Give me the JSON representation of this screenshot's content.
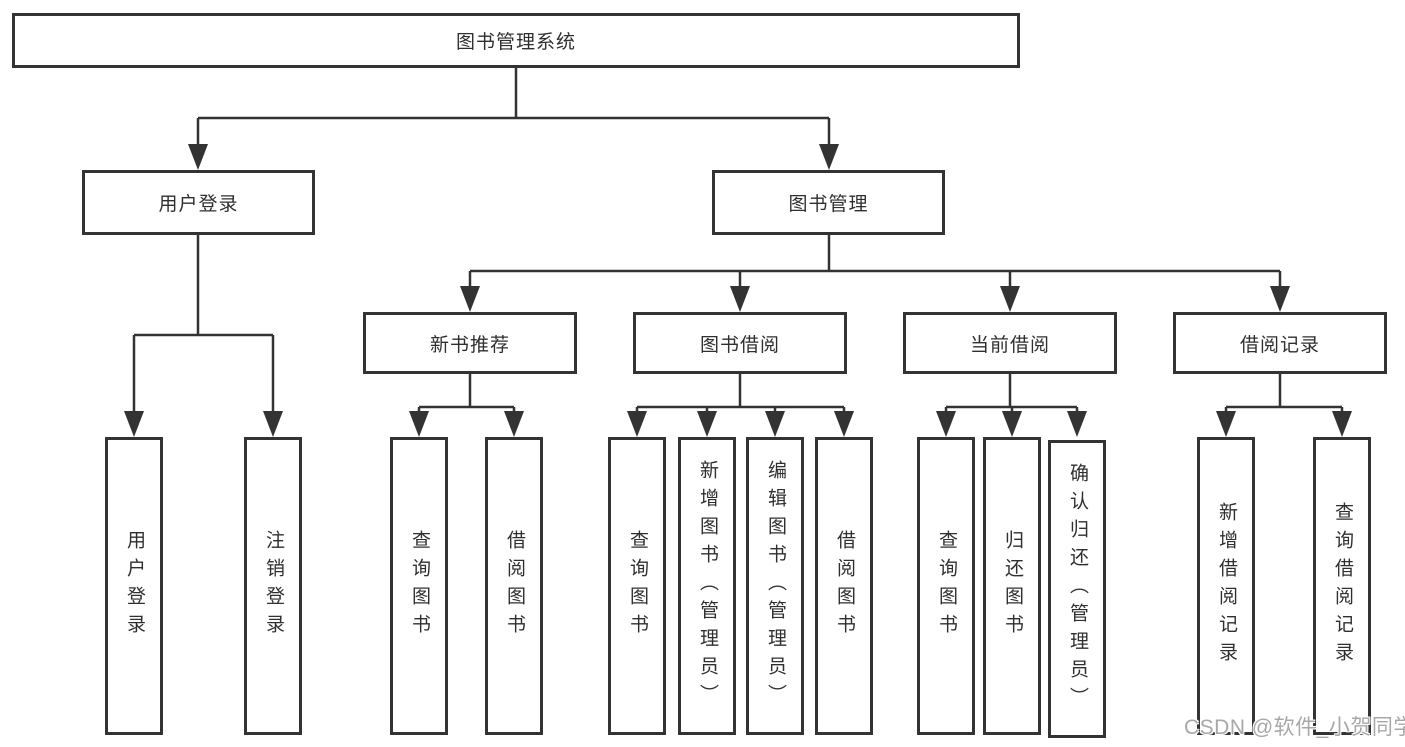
{
  "tree": {
    "root": "图书管理系统",
    "branches": [
      {
        "label": "用户登录",
        "children": [
          "用户登录",
          "注销登录"
        ]
      },
      {
        "label": "图书管理",
        "groups": [
          {
            "label": "新书推荐",
            "children": [
              "查询图书",
              "借阅图书"
            ]
          },
          {
            "label": "图书借阅",
            "children": [
              "查询图书",
              "新增图书（管理员）",
              "编辑图书（管理员）",
              "借阅图书"
            ]
          },
          {
            "label": "当前借阅",
            "children": [
              "查询图书",
              "归还图书",
              "确认归还（管理员）"
            ]
          },
          {
            "label": "借阅记录",
            "children": [
              "新增借阅记录",
              "查询借阅记录"
            ]
          }
        ]
      }
    ]
  },
  "watermark": {
    "text": "CSDN @软件_小贺同学"
  },
  "colors": {
    "line": "#333333",
    "box_border": "#333333",
    "text": "#2f2f2f",
    "watermark": "#a8a8a8",
    "background": "#ffffff"
  }
}
